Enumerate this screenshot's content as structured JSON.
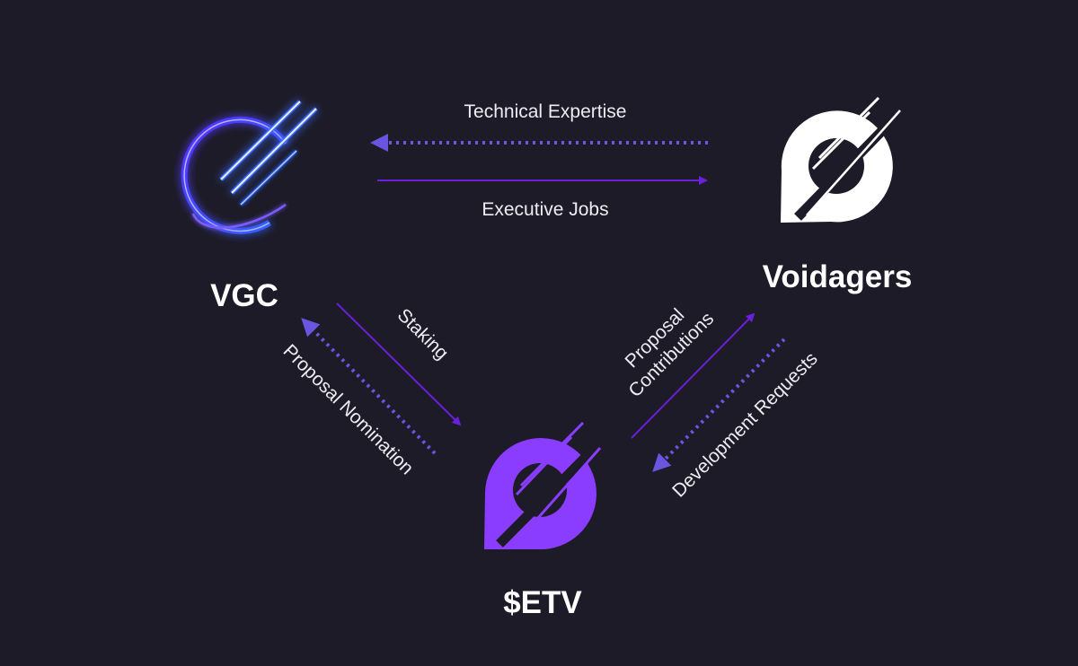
{
  "nodes": {
    "vgc": {
      "label": "VGC"
    },
    "voidagers": {
      "label": "Voidagers"
    },
    "etv": {
      "label": "$ETV"
    }
  },
  "edges": {
    "technical_expertise": {
      "label": "Technical Expertise"
    },
    "executive_jobs": {
      "label": "Executive Jobs"
    },
    "staking": {
      "label": "Staking"
    },
    "proposal_nomination": {
      "label": "Proposal Nomination"
    },
    "proposal_contributions": {
      "line1": "Proposal",
      "line2": "Contributions"
    },
    "development_requests": {
      "label": "Development Requests"
    }
  },
  "colors": {
    "background": "#1d1b27",
    "solid_arrow": "#6a1fd8",
    "dotted_arrow": "#6a55e0",
    "etv_logo": "#8a3dff",
    "voidagers_logo": "#ffffff",
    "vgc_glow": "#3a6bff"
  },
  "icons": {
    "vgc": "vgc-orbit-logo-icon",
    "voidagers": "voidagers-null-pin-icon",
    "etv": "etv-null-pin-icon"
  }
}
